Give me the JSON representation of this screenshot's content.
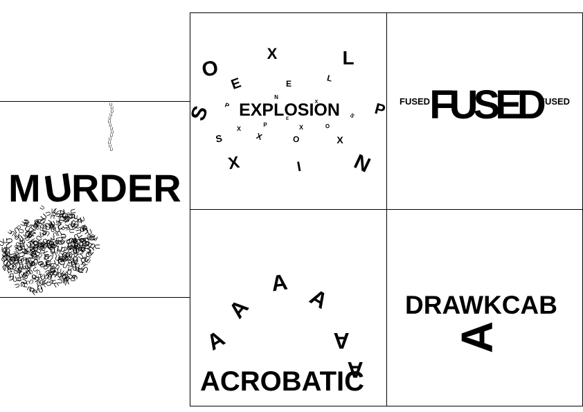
{
  "panels": {
    "murder": {
      "word": "MURDER",
      "first": "M",
      "u": "U",
      "rest": "RDER",
      "drip": "U"
    },
    "explosion": {
      "word": "EXPLOSION",
      "scatter": "SOEXLPNIXS"
    },
    "fused": {
      "left": "FUSED",
      "center": "FUSED",
      "right": "FUSED"
    },
    "acrobatic": {
      "word": "ACROBATIC",
      "arc": "AAAAAA"
    },
    "drawkcab": {
      "word": "DRAWKCAB",
      "letter": "A"
    }
  },
  "colors": {
    "ink": "#000000",
    "paper": "#ffffff",
    "border": "#000000"
  }
}
